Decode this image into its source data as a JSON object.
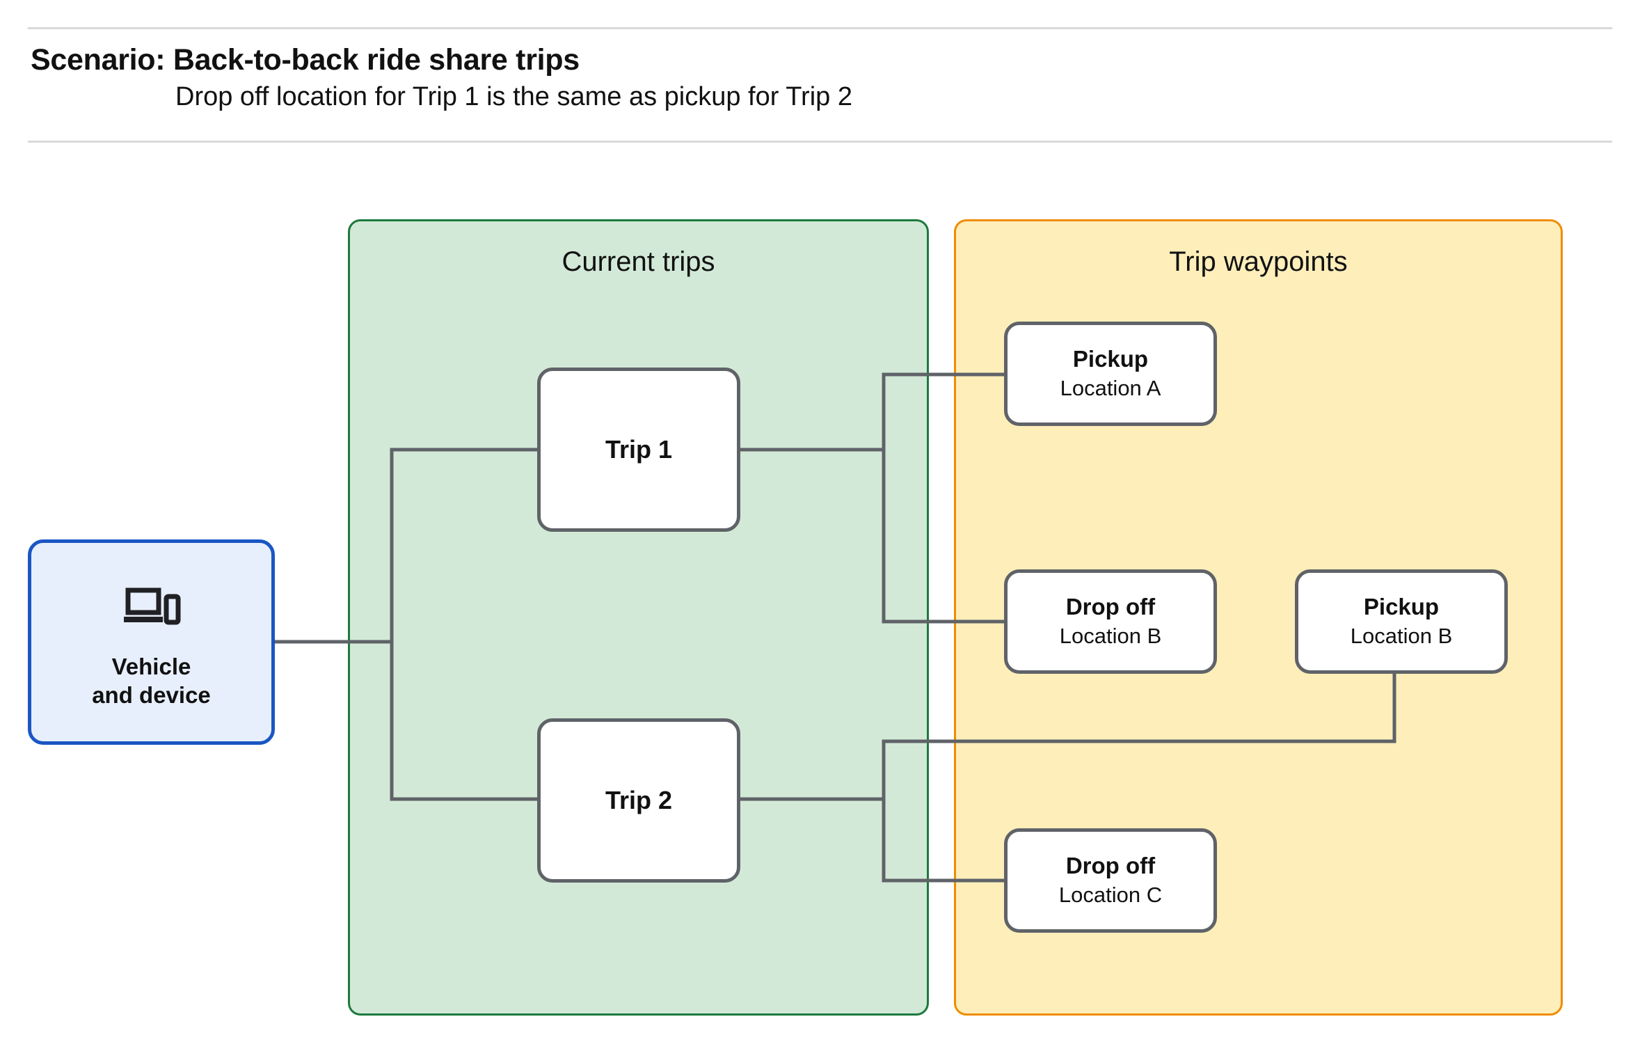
{
  "header": {
    "title": "Scenario: Back-to-back ride share trips",
    "subtitle": "Drop off  location for Trip 1 is the same as pickup for Trip 2"
  },
  "groups": {
    "current_trips": {
      "title": "Current trips",
      "fill": "#d3e9d7",
      "border": "#1b7a3d"
    },
    "trip_waypoints": {
      "title": "Trip waypoints",
      "fill": "#fdeeba",
      "border": "#f08c00"
    }
  },
  "nodes": {
    "vehicle": {
      "label_line1": "Vehicle",
      "label_line2": "and device",
      "icon": "laptop-and-phone-icon",
      "fill": "#e8effc",
      "border": "#1a56c4"
    },
    "trip1": {
      "label": "Trip 1"
    },
    "trip2": {
      "label": "Trip 2"
    },
    "pickup_a": {
      "title": "Pickup",
      "location": "Location A"
    },
    "dropoff_b": {
      "title": "Drop off",
      "location": "Location B"
    },
    "pickup_b": {
      "title": "Pickup",
      "location": "Location B"
    },
    "dropoff_c": {
      "title": "Drop off",
      "location": "Location C"
    }
  },
  "connectors": {
    "stroke": "#5f6368",
    "width": 5,
    "edges": [
      "vehicle -> trip1",
      "vehicle -> trip2",
      "trip1 -> pickup_a",
      "trip1 -> dropoff_b",
      "trip2 -> pickup_b",
      "trip2 -> dropoff_c"
    ]
  }
}
